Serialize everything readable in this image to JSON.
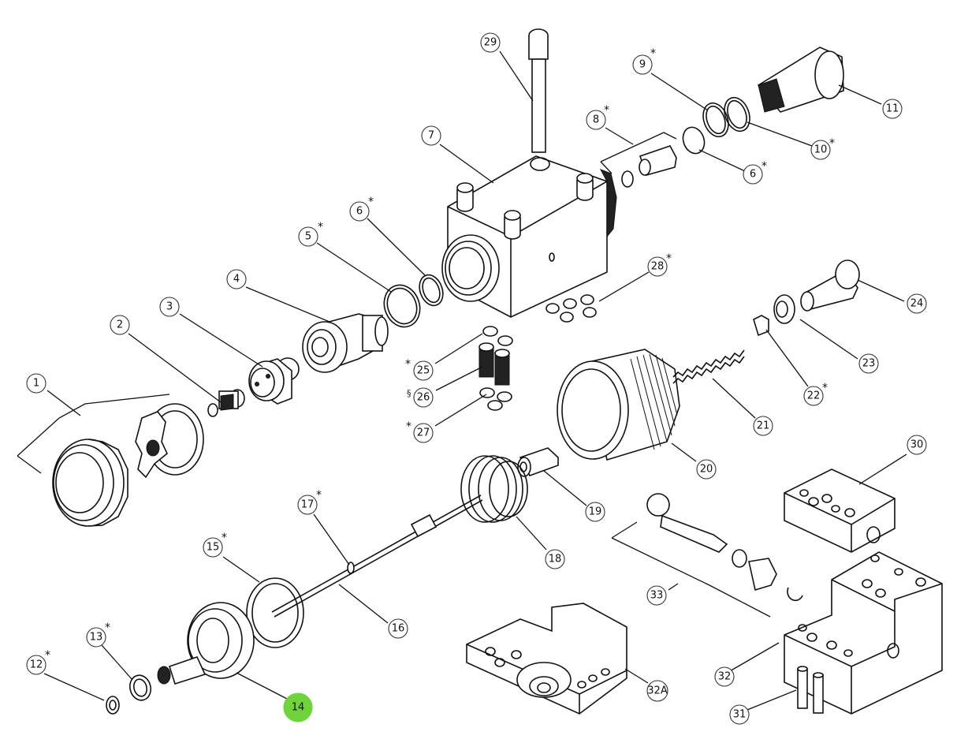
{
  "diagram": {
    "highlight_color": "#6fd43b",
    "callouts": [
      {
        "label": "1"
      },
      {
        "label": "2"
      },
      {
        "label": "3"
      },
      {
        "label": "4"
      },
      {
        "label": "5",
        "mark": "*"
      },
      {
        "label": "6",
        "mark": "*"
      },
      {
        "label": "7"
      },
      {
        "label": "8",
        "mark": "*"
      },
      {
        "label": "9",
        "mark": "*"
      },
      {
        "label": "10",
        "mark": "*"
      },
      {
        "label": "11"
      },
      {
        "label": "6",
        "mark": "*"
      },
      {
        "label": "12",
        "mark": "*"
      },
      {
        "label": "13",
        "mark": "*"
      },
      {
        "label": "14",
        "highlight": true
      },
      {
        "label": "15",
        "mark": "*"
      },
      {
        "label": "16"
      },
      {
        "label": "17",
        "mark": "*"
      },
      {
        "label": "18"
      },
      {
        "label": "19"
      },
      {
        "label": "20"
      },
      {
        "label": "21"
      },
      {
        "label": "22",
        "mark": "*"
      },
      {
        "label": "23"
      },
      {
        "label": "24"
      },
      {
        "label": "25",
        "mark": "*"
      },
      {
        "label": "26",
        "mark": "§"
      },
      {
        "label": "27",
        "mark": "*"
      },
      {
        "label": "28",
        "mark": "*"
      },
      {
        "label": "29"
      },
      {
        "label": "30"
      },
      {
        "label": "31"
      },
      {
        "label": "32"
      },
      {
        "label": "32A"
      },
      {
        "label": "33"
      }
    ]
  }
}
